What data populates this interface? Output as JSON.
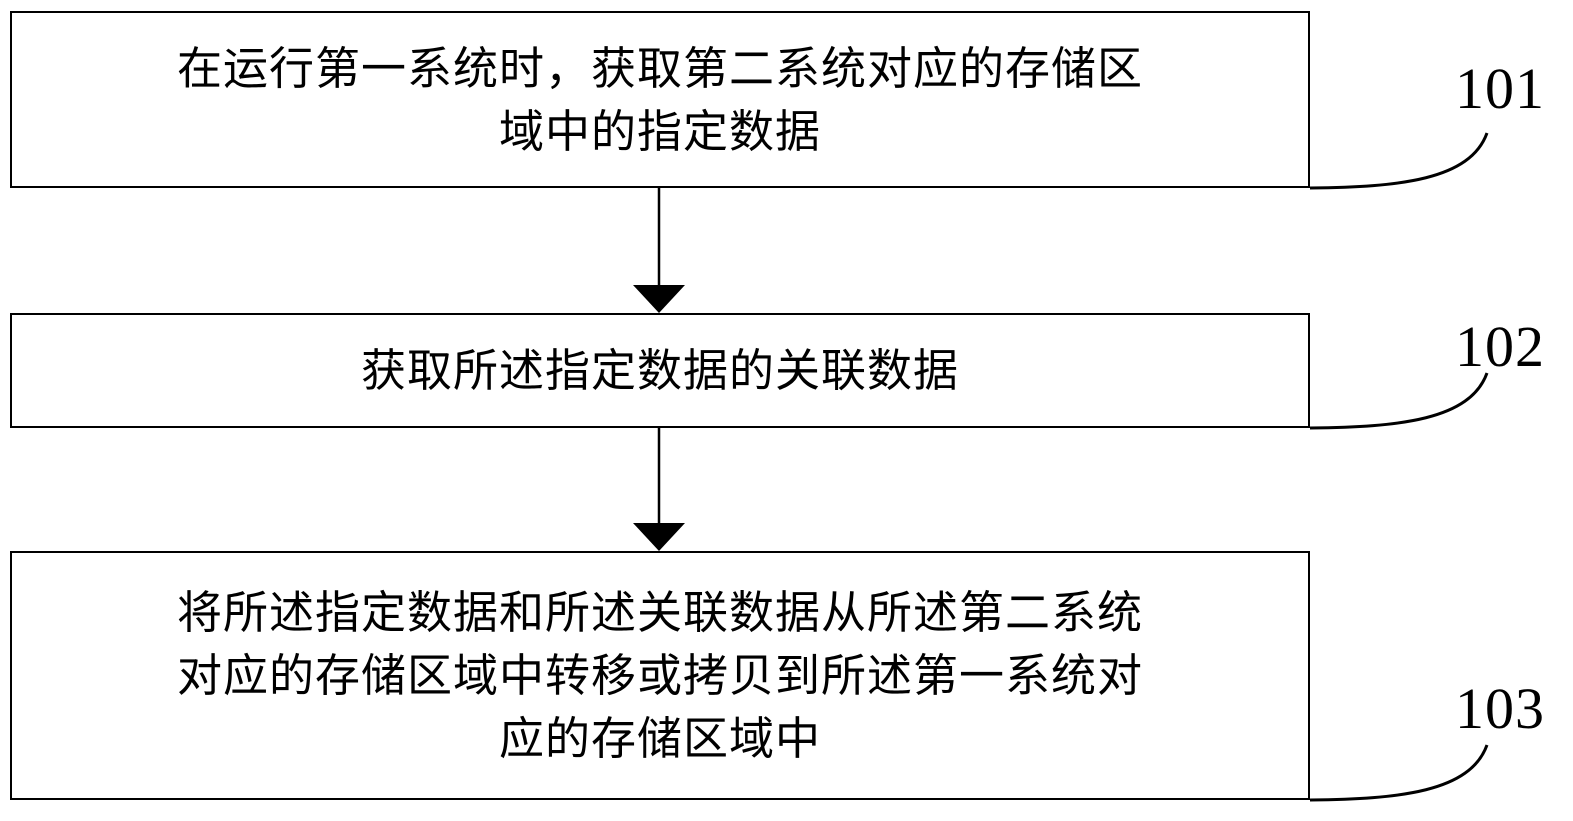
{
  "diagram": {
    "type": "flowchart",
    "orientation": "vertical",
    "background_color": "#ffffff",
    "line_color": "#000000",
    "steps": [
      {
        "id": "101",
        "label": "101",
        "text": "在运行第一系统时，获取第二系统对应的存储区\n域中的指定数据"
      },
      {
        "id": "102",
        "label": "102",
        "text": "获取所述指定数据的关联数据"
      },
      {
        "id": "103",
        "label": "103",
        "text": "将所述指定数据和所述关联数据从所述第二系统\n对应的存储区域中转移或拷贝到所述第一系统对\n应的存储区域中"
      }
    ],
    "connectors": [
      {
        "from": "101",
        "to": "102",
        "arrow": "down"
      },
      {
        "from": "102",
        "to": "103",
        "arrow": "down"
      }
    ]
  }
}
